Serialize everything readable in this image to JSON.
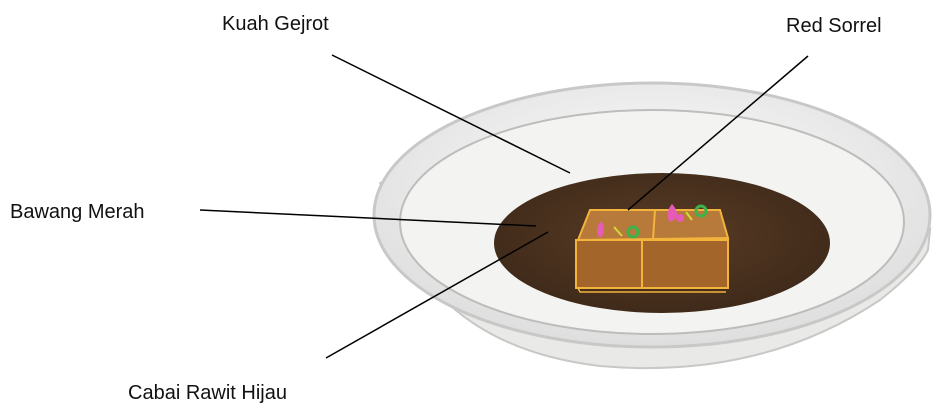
{
  "labels": {
    "kuah_gejrot": "Kuah Gejrot",
    "red_sorrel": "Red Sorrel",
    "bawang_merah": "Bawang Merah",
    "cabai_rawit_hijau": "Cabai Rawit Hijau"
  },
  "colors": {
    "bowl": "#f2f2f0",
    "bowl_rim": "#cfcfcd",
    "soup": "#4a3220",
    "tofu": "#a7692c",
    "tofu_outline": "#f2b43a",
    "shallot": "#e65bb5",
    "chili": "#3fb14a",
    "leader_line": "#000000"
  }
}
